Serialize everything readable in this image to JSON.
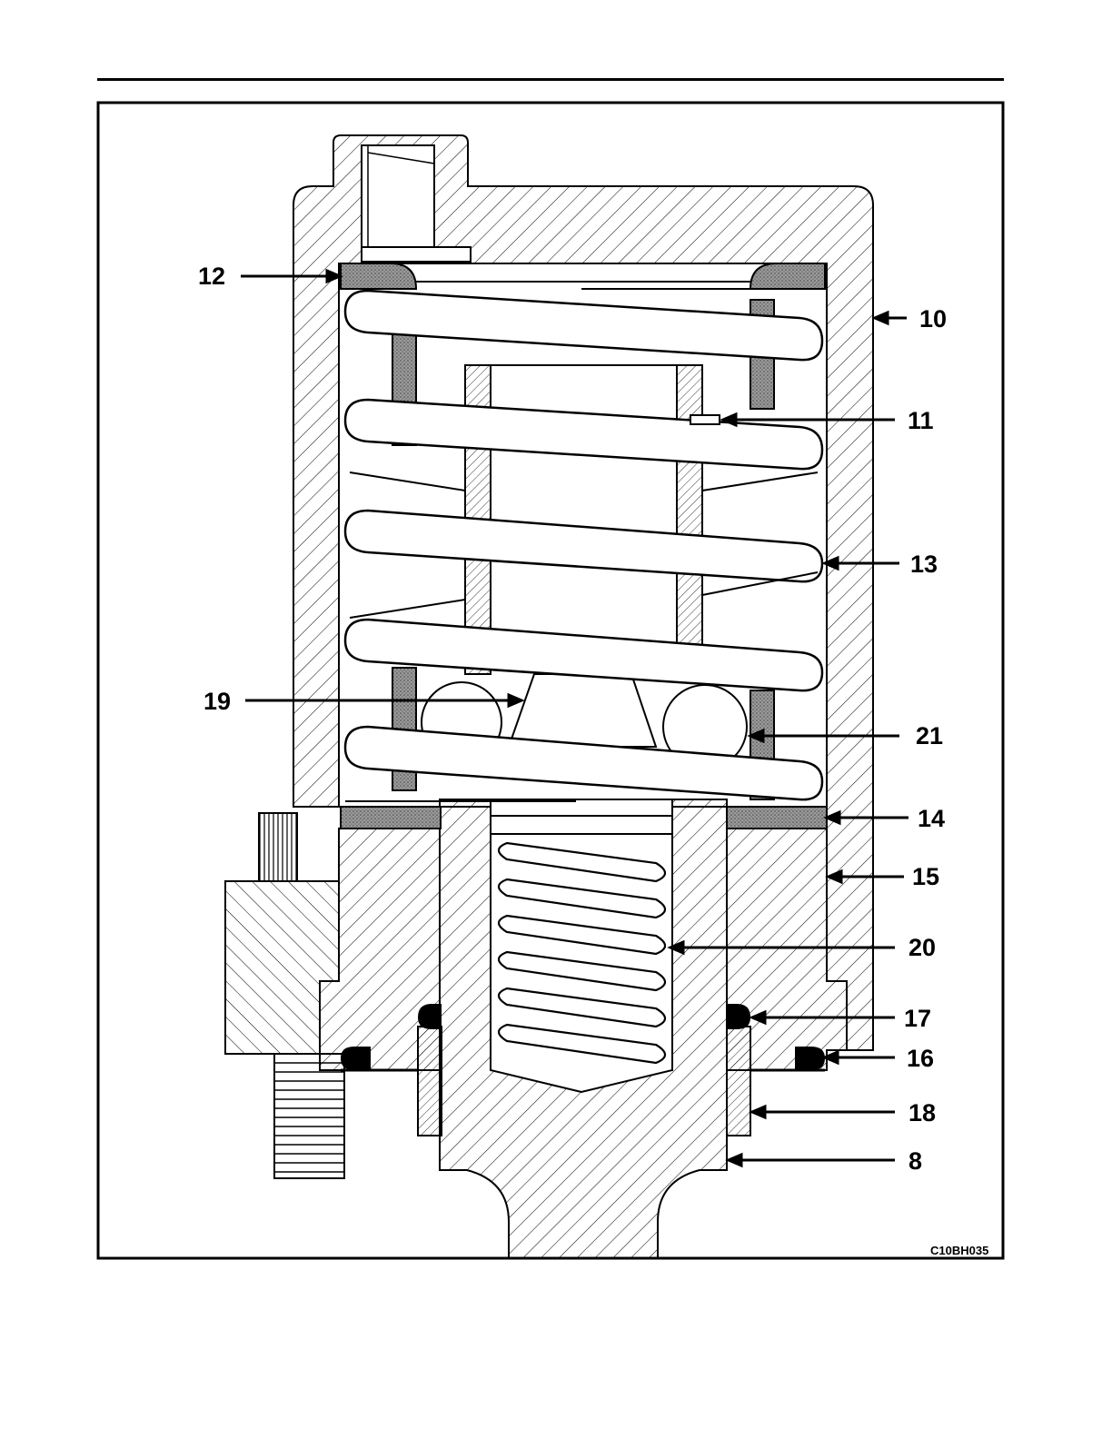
{
  "figure": {
    "code": "C10BH035",
    "callouts": [
      {
        "id": "12",
        "label": "12"
      },
      {
        "id": "10",
        "label": "10"
      },
      {
        "id": "11",
        "label": "11"
      },
      {
        "id": "13",
        "label": "13"
      },
      {
        "id": "19",
        "label": "19"
      },
      {
        "id": "21",
        "label": "21"
      },
      {
        "id": "14",
        "label": "14"
      },
      {
        "id": "15",
        "label": "15"
      },
      {
        "id": "20",
        "label": "20"
      },
      {
        "id": "17",
        "label": "17"
      },
      {
        "id": "16",
        "label": "16"
      },
      {
        "id": "18",
        "label": "18"
      },
      {
        "id": "8",
        "label": "8"
      }
    ]
  }
}
